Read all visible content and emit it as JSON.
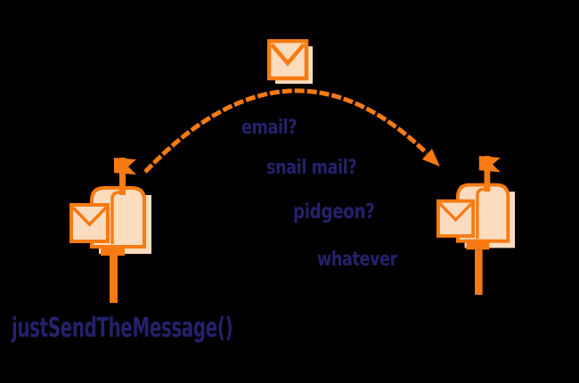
{
  "diagram": {
    "title_hint": "message passing abstraction diagram",
    "background_color": "#000000",
    "colors": {
      "orange": "#F87A12",
      "peach": "#FBDCBF",
      "navy_text": "#25216B"
    },
    "icons": {
      "message": "envelope-icon",
      "sender": "mailbox-icon",
      "receiver": "mailbox-icon",
      "link": "curved-dashed-arrow"
    },
    "labels": {
      "options": [
        "email?",
        "snail mail?",
        "pidgeon?",
        "whatever"
      ],
      "function_call": "justSendTheMessage()"
    }
  }
}
